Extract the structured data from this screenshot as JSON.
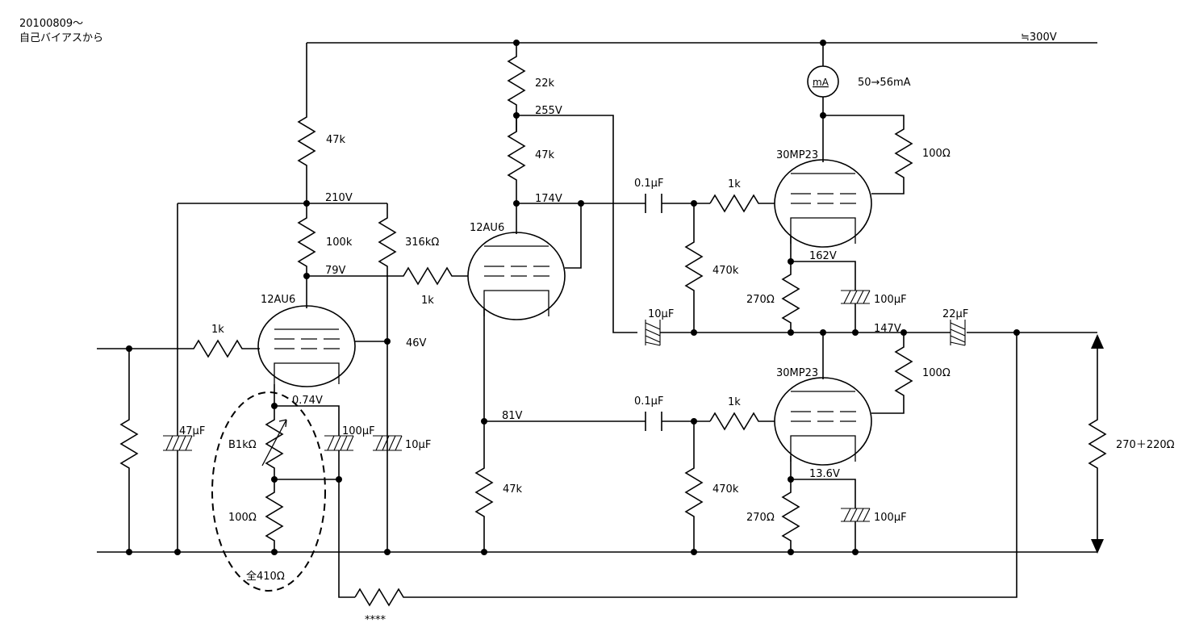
{
  "header": {
    "date": "20100809～",
    "subtitle": "自己バイアスから"
  },
  "supply": {
    "voltage": "≒300V"
  },
  "meter": {
    "symbol": "mA",
    "reading": "50→56mA"
  },
  "tubes": {
    "input": "12AU6",
    "driver": "12AU6",
    "out_upper": "30MP23",
    "out_lower": "30MP23"
  },
  "components": {
    "r_plate_supply": "47k",
    "r_plate_input": "100k",
    "r_screen_input": "316kΩ",
    "r_grid_input": "1k",
    "r_grid_driver": "1k",
    "r_driver_top": "22k",
    "r_driver_plate": "47k",
    "r_driver_cathode": "47k",
    "c_coupling_upper": "0.1μF",
    "c_coupling_lower": "0.1μF",
    "r_grid_upper": "1k",
    "r_grid_lower": "1k",
    "r_gridleak_upper": "470k",
    "r_gridleak_lower": "470k",
    "r_screen_upper": "100Ω",
    "r_screen_lower": "100Ω",
    "r_cathode_upper": "270Ω",
    "r_cathode_lower": "270Ω",
    "c_cathode_upper": "100μF",
    "c_cathode_lower": "100μF",
    "c_bootstrap": "10μF",
    "c_output": "22μF",
    "c_decouple": "47μF",
    "c_cathode_input": "100μF",
    "c_screen_input": "10μF",
    "vr_bias": "B1kΩ",
    "r_bias_fixed": "100Ω",
    "bias_total": "全410Ω",
    "r_feedback": "****",
    "load": "270＋220Ω"
  },
  "voltages": {
    "v_driver_plate": "255V",
    "v_driver_out": "174V",
    "v_b_input": "210V",
    "v_plate_input": "79V",
    "v_screen_input": "46V",
    "v_cathode_input": "0.74V",
    "v_phase_split": "81V",
    "v_cathode_upper": "162V",
    "v_output": "147V",
    "v_cathode_lower": "13.6V"
  }
}
